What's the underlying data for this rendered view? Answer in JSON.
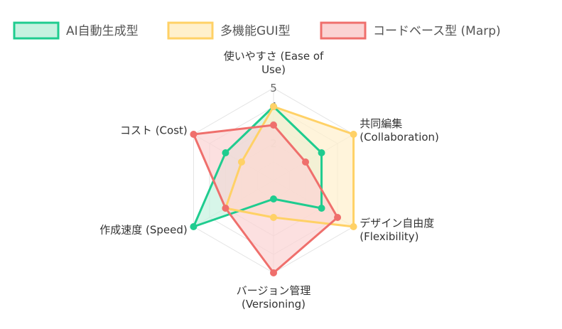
{
  "chart_data": {
    "type": "radar",
    "axes": [
      [
        "使いやすさ (Ease of",
        "Use)"
      ],
      [
        "共同編集",
        "(Collaboration)"
      ],
      [
        "デザイン自由度",
        "(Flexibility)"
      ],
      [
        "バージョン管理",
        "(Versioning)"
      ],
      [
        "作成速度 (Speed)"
      ],
      [
        "コスト (Cost)"
      ]
    ],
    "radial_range": [
      0,
      5
    ],
    "radial_ticks": [
      "2",
      "3",
      "4",
      "5"
    ],
    "grid": true,
    "legend_position": "top",
    "series": [
      {
        "name": "AI自動生成型",
        "values": [
          4,
          3,
          3,
          1,
          5,
          3
        ],
        "color": "#1fcc8f",
        "fill": "#c6f2e0"
      },
      {
        "name": "多機能GUI型",
        "values": [
          4,
          5,
          5,
          2,
          3,
          2
        ],
        "color": "#ffd166",
        "fill": "#fff0cc"
      },
      {
        "name": "コードベース型 (Marp)",
        "values": [
          3,
          2,
          4,
          5,
          3,
          5
        ],
        "color": "#ef6f6c",
        "fill": "#fbd3d3"
      }
    ]
  }
}
